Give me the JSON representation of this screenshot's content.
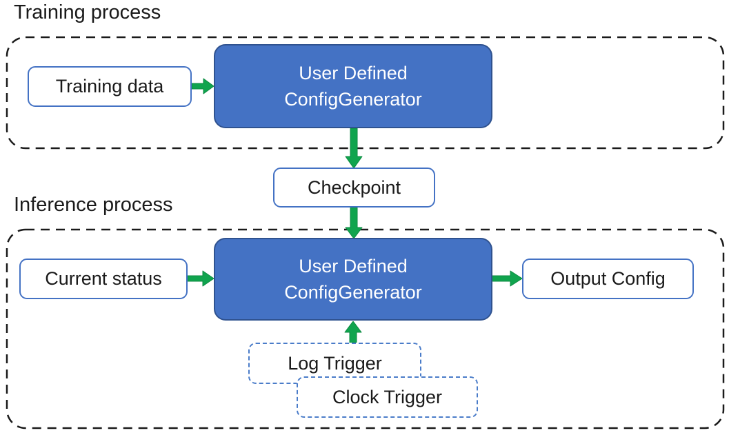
{
  "diagram": {
    "colors": {
      "canvas_bg": "#ffffff",
      "box_fill_blue": "#4472C4",
      "box_border_dark_blue": "#2F528F",
      "white_box_border_blue": "#4472C4",
      "trigger_border_blue": "#4A7CC9",
      "arrow_green": "#10A44E",
      "arrow_green_dark": "#0B8A40",
      "container_border_black": "#1a1a1a",
      "text_dark": "#1a1a1a",
      "text_white": "#ffffff"
    },
    "training": {
      "section_label": "Training process",
      "input_box_label": "Training data",
      "generator_line1": "User Defined",
      "generator_line2": "ConfigGenerator"
    },
    "checkpoint_box_label": "Checkpoint",
    "inference": {
      "section_label": "Inference process",
      "input_box_label": "Current status",
      "generator_line1": "User Defined",
      "generator_line2": "ConfigGenerator",
      "output_box_label": "Output Config",
      "log_trigger_label": "Log Trigger",
      "clock_trigger_label": "Clock Trigger"
    }
  }
}
